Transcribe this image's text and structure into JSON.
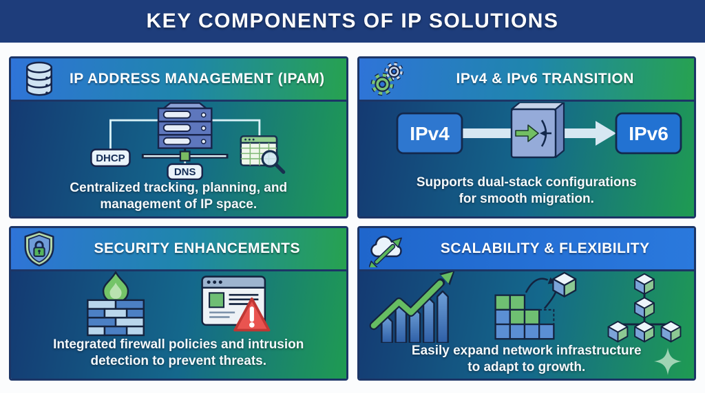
{
  "banner": {
    "title": "KEY COMPONENTS OF IP SOLUTIONS"
  },
  "colors": {
    "banner_bg": "#1e3d7b",
    "header_gradient_left": "#2f74d8",
    "header_gradient_right": "#27a250",
    "body_gradient_left": "#143a72",
    "body_gradient_right": "#1f9b52",
    "panel_border": "#1c3566",
    "accent_green": "#74c468",
    "accent_blue": "#2e77cf",
    "warning_red": "#e95450",
    "text_white": "#ffffff"
  },
  "panels": [
    {
      "id": "ipam",
      "title": "IP ADDRESS MANAGEMENT (IPAM)",
      "icon": "database-icon",
      "caption": [
        "Centralized tracking, planning, and",
        "management of IP space."
      ],
      "labels": {
        "dhcp": "DHCP",
        "dns": "DNS"
      }
    },
    {
      "id": "transition",
      "title": "IPv4 & IPv6 TRANSITION",
      "icon": "gears-icon",
      "caption": [
        "Supports dual-stack configurations",
        "for smooth migration."
      ],
      "labels": {
        "ipv4": "IPv4",
        "ipv6": "IPv6"
      }
    },
    {
      "id": "security",
      "title": "SECURITY ENHANCEMENTS",
      "icon": "shield-lock-icon",
      "caption": [
        "Integrated firewall policies and intrusion",
        "detection to prevent threats."
      ]
    },
    {
      "id": "scalability",
      "title": "SCALABILITY & FLEXIBILITY",
      "icon": "cloud-scale-icon",
      "caption": [
        "Easily expand network infrastructure",
        "to adapt to growth."
      ]
    }
  ]
}
